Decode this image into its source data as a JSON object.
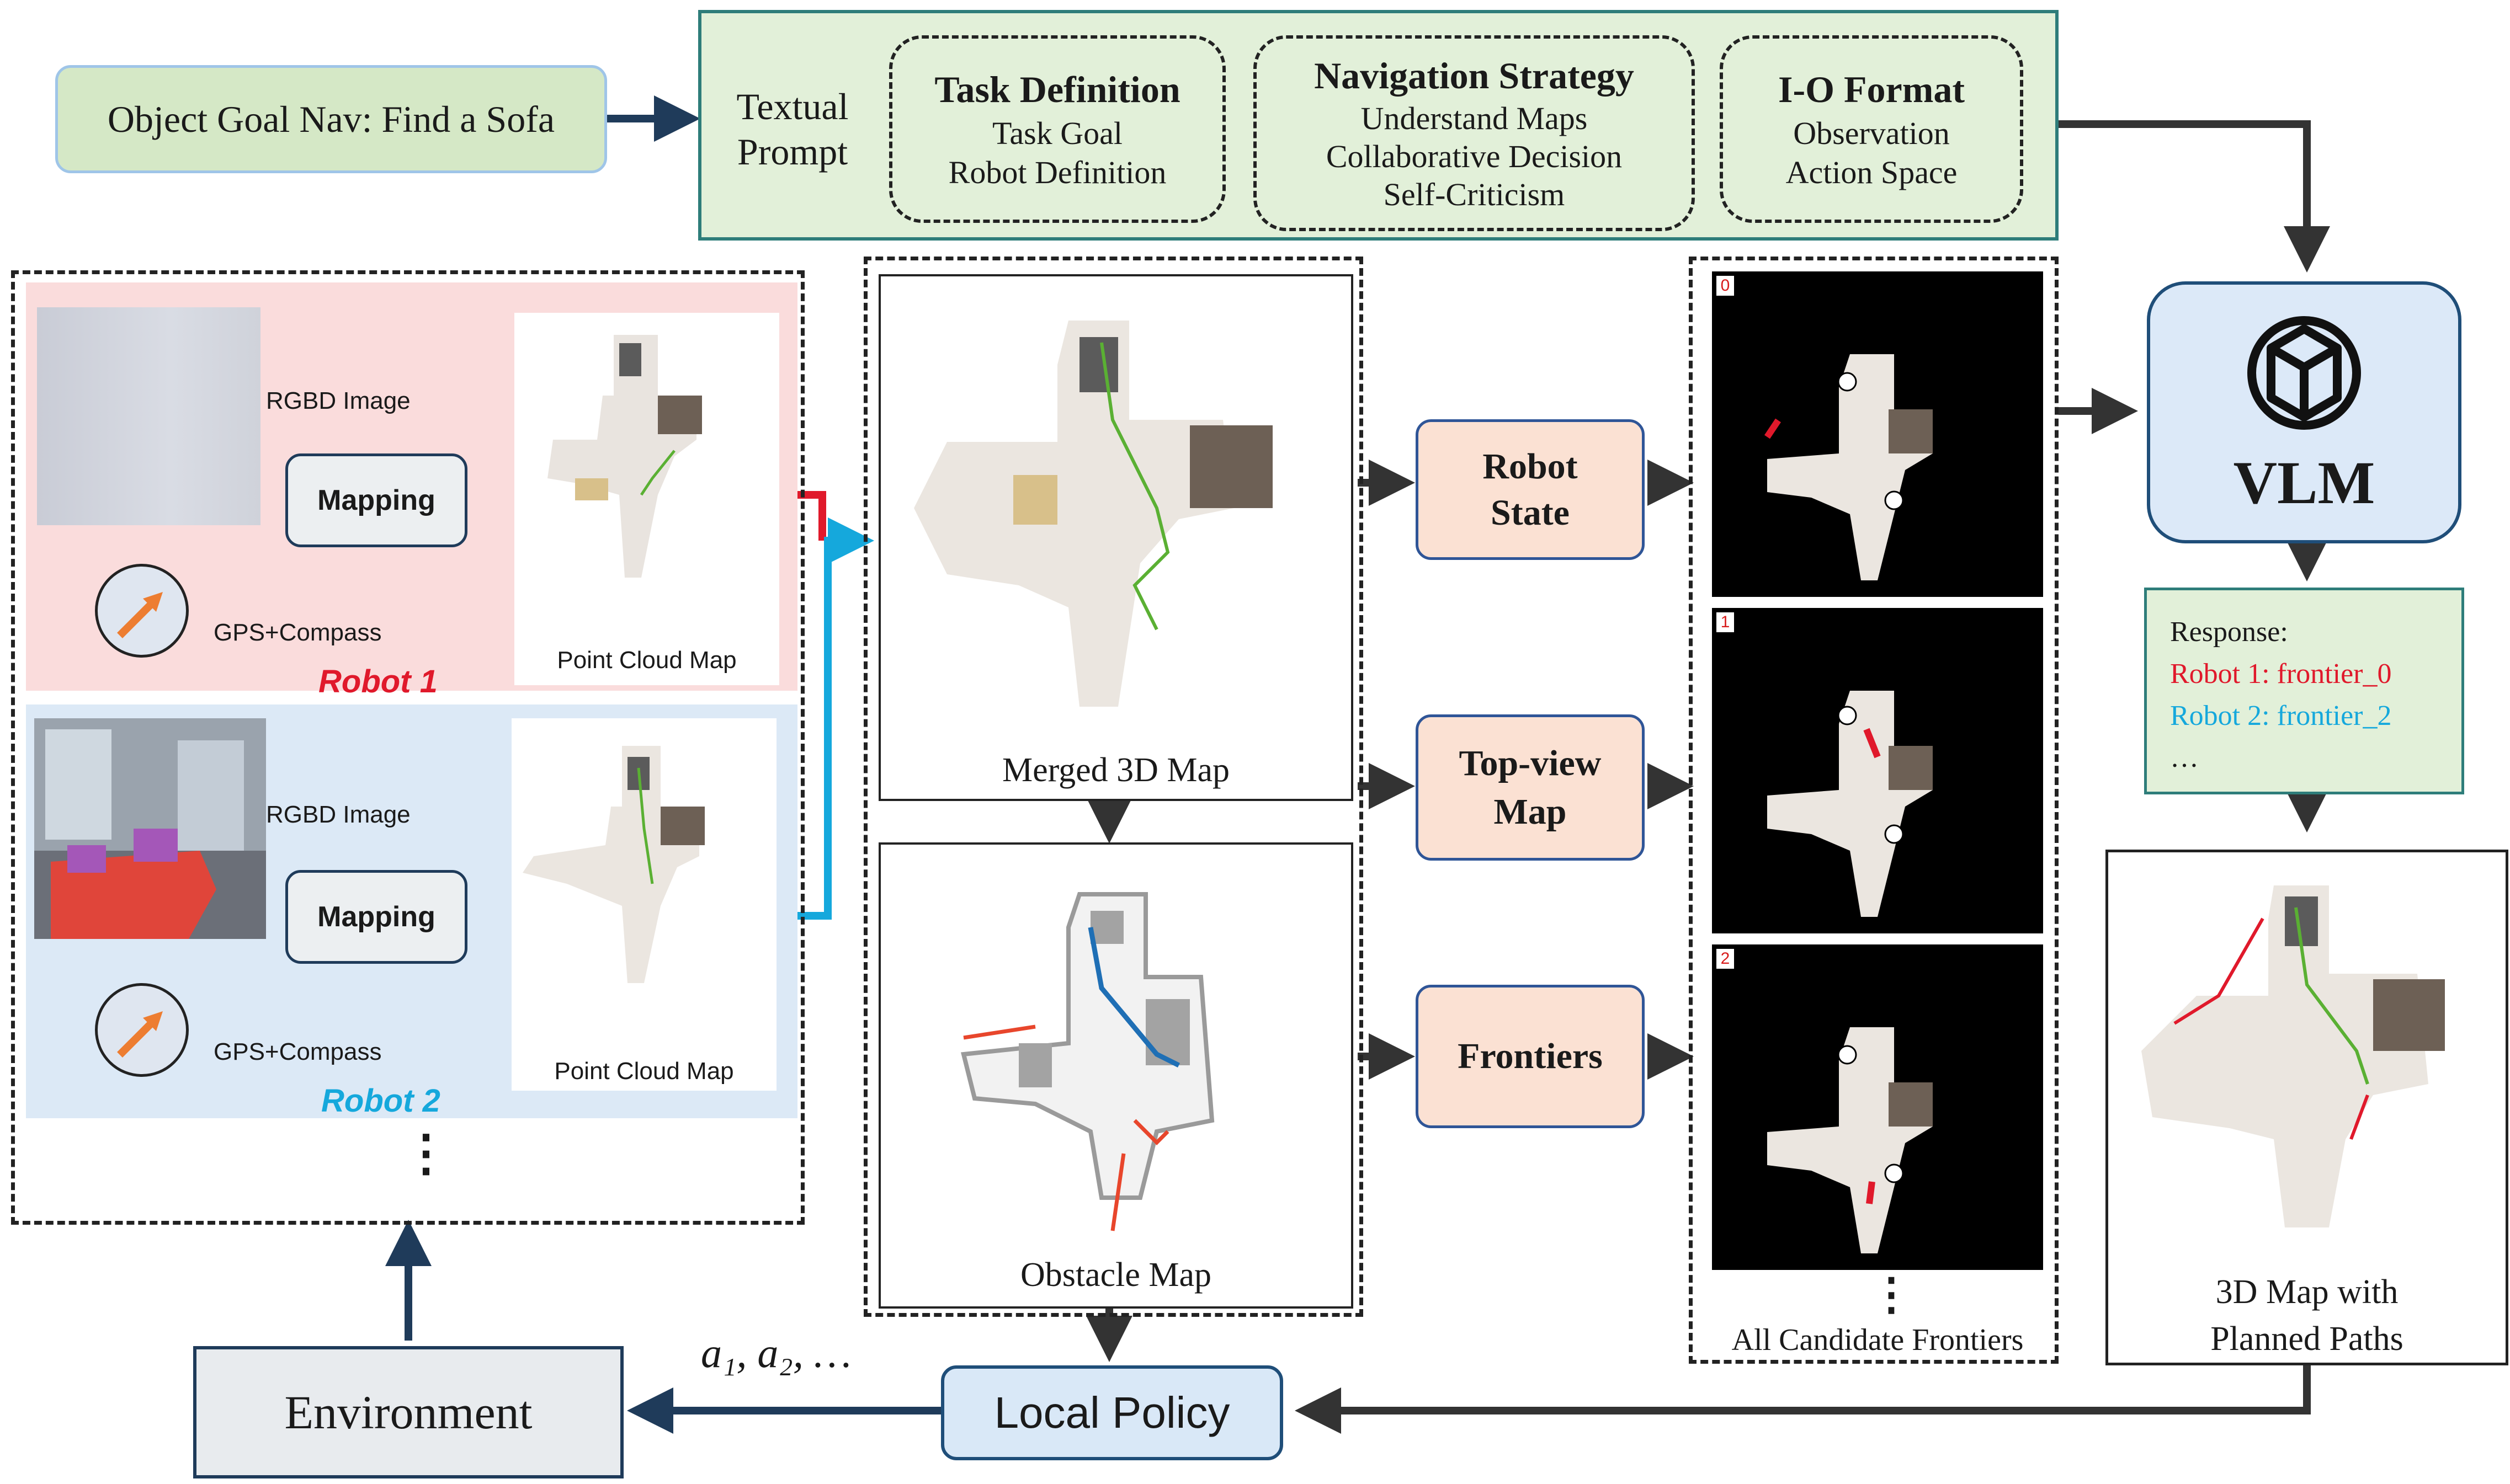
{
  "task": {
    "label": "Object Goal Nav: Find a Sofa"
  },
  "prompt": {
    "title": "Textual Prompt",
    "sections": [
      {
        "heading": "Task Definition",
        "items": [
          "Task Goal",
          "Robot Definition"
        ]
      },
      {
        "heading": "Navigation Strategy",
        "items": [
          "Understand Maps",
          "Collaborative Decision",
          "Self-Criticism"
        ]
      },
      {
        "heading": "I-O Format",
        "items": [
          "Observation",
          "Action Space"
        ]
      }
    ]
  },
  "robots": [
    {
      "name": "Robot 1",
      "rgbd_label": "RGBD Image",
      "mapping_label": "Mapping",
      "gps_label": "GPS+Compass",
      "map_caption": "Point Cloud Map",
      "color": "#e0192b"
    },
    {
      "name": "Robot 2",
      "rgbd_label": "RGBD Image",
      "mapping_label": "Mapping",
      "gps_label": "GPS+Compass",
      "map_caption": "Point Cloud Map",
      "color": "#15a8dc"
    }
  ],
  "robots_more": "⋮",
  "maps": {
    "merged": "Merged 3D Map",
    "obstacle": "Obstacle Map"
  },
  "inputs": [
    "Robot State",
    "Top-view Map",
    "Frontiers"
  ],
  "frontiers": {
    "tags": [
      "0",
      "1",
      "2"
    ],
    "caption": "All Candidate Frontiers",
    "more": "⋮"
  },
  "vlm": {
    "label": "VLM"
  },
  "response": {
    "title": "Response:",
    "lines": [
      {
        "text": "Robot 1: frontier_0",
        "color": "#e0192b"
      },
      {
        "text": "Robot 2: frontier_2",
        "color": "#15a8dc"
      },
      {
        "text": "…",
        "color": "#1a1a1a"
      }
    ]
  },
  "planned": {
    "caption_line1": "3D Map with",
    "caption_line2": "Planned Paths"
  },
  "local_policy": {
    "label": "Local Policy"
  },
  "environment": {
    "label": "Environment"
  },
  "actions": {
    "label": "a₁, a₂, …"
  },
  "colors": {
    "green_fill": "#e2f0d9",
    "green_border": "#2e7d7a",
    "pink_fill": "#fadcdc",
    "blue_fill": "#dce9f6",
    "peach_fill": "#fbe1d3",
    "peach_border": "#2f5597",
    "vlm_fill": "#dce9f8",
    "vlm_border": "#1f4e79",
    "env_fill": "#e8ebee",
    "env_border": "#1f3b5a",
    "policy_fill": "#d9e8f7",
    "arrow_dark": "#333333",
    "arrow_navy": "#1f3b5a"
  }
}
